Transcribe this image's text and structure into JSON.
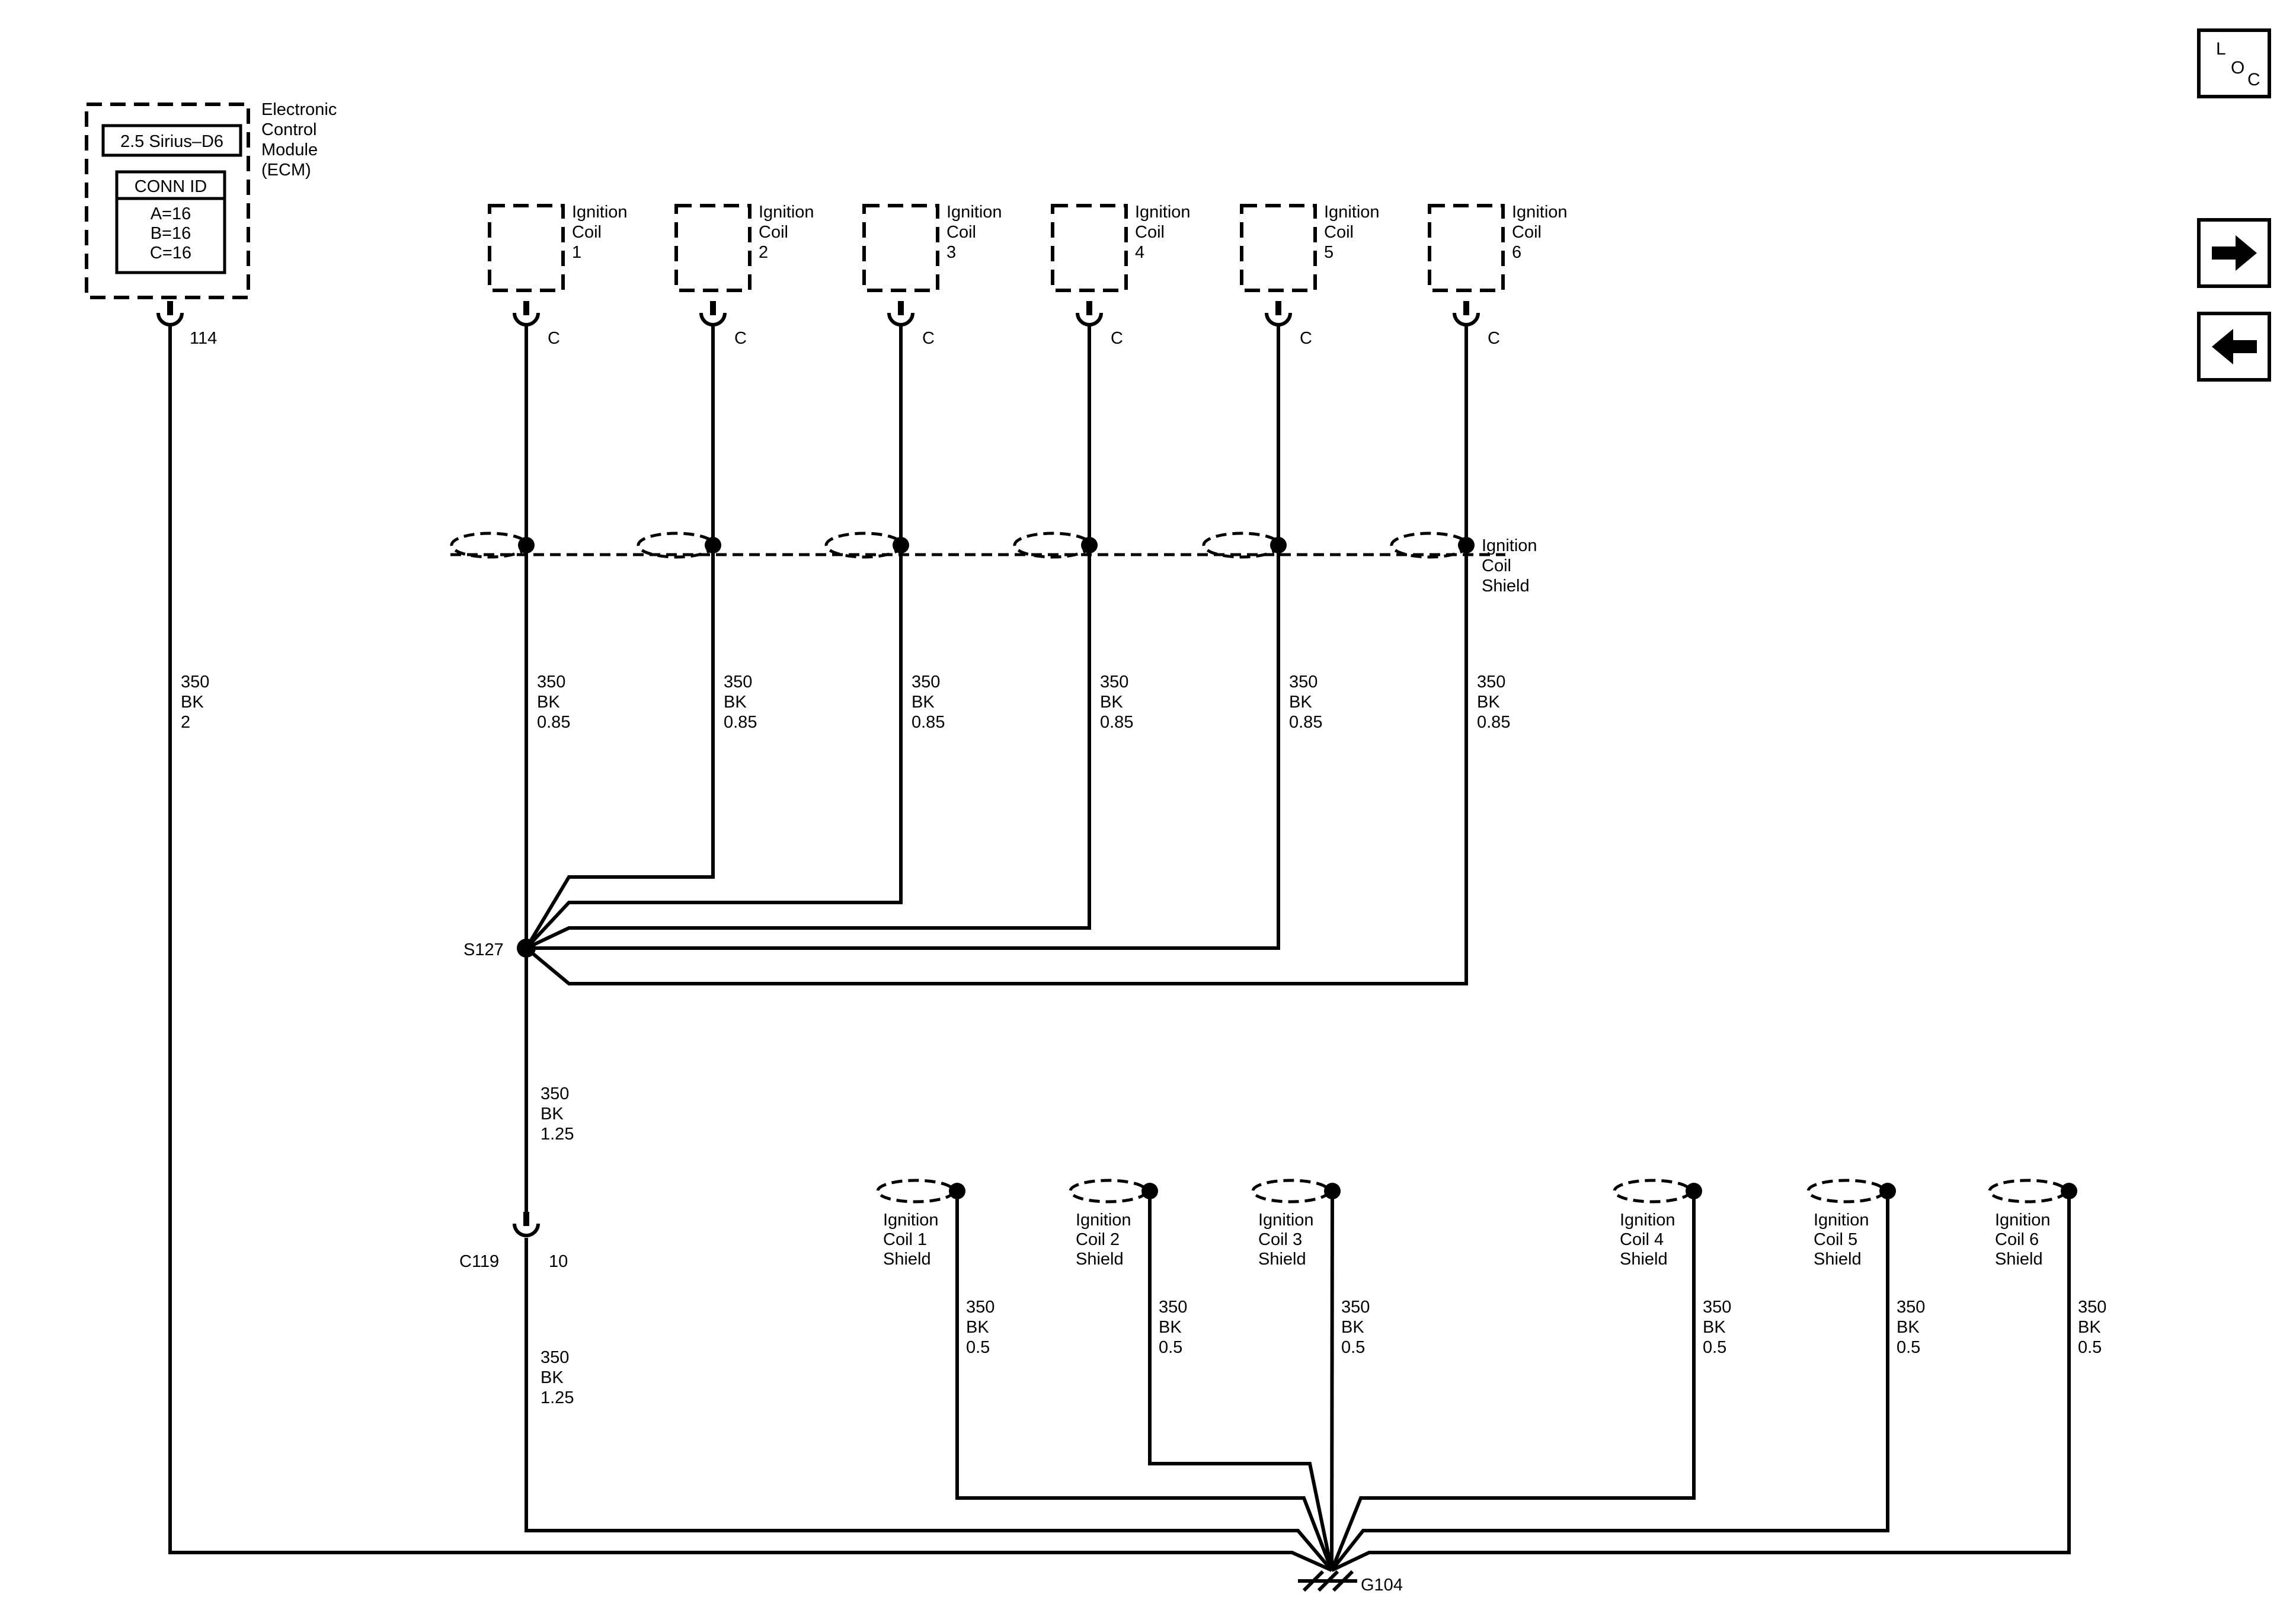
{
  "ecm": {
    "name_lines": [
      "Electronic",
      "Control",
      "Module",
      "(ECM)"
    ],
    "engine": "2.5 Sirius–D6",
    "conn_header": "CONN ID",
    "conn_values": [
      "A=16",
      "B=16",
      "C=16"
    ],
    "pin": "114",
    "wire": [
      "350",
      "BK",
      "2"
    ]
  },
  "ignition_coils": [
    {
      "name_lines": [
        "Ignition",
        "Coil",
        "1"
      ],
      "connector": "C",
      "wire": [
        "350",
        "BK",
        "0.85"
      ]
    },
    {
      "name_lines": [
        "Ignition",
        "Coil",
        "2"
      ],
      "connector": "C",
      "wire": [
        "350",
        "BK",
        "0.85"
      ]
    },
    {
      "name_lines": [
        "Ignition",
        "Coil",
        "3"
      ],
      "connector": "C",
      "wire": [
        "350",
        "BK",
        "0.85"
      ]
    },
    {
      "name_lines": [
        "Ignition",
        "Coil",
        "4"
      ],
      "connector": "C",
      "wire": [
        "350",
        "BK",
        "0.85"
      ]
    },
    {
      "name_lines": [
        "Ignition",
        "Coil",
        "5"
      ],
      "connector": "C",
      "wire": [
        "350",
        "BK",
        "0.85"
      ]
    },
    {
      "name_lines": [
        "Ignition",
        "Coil",
        "6"
      ],
      "connector": "C",
      "wire": [
        "350",
        "BK",
        "0.85"
      ]
    }
  ],
  "coil_shield_label": [
    "Ignition",
    "Coil",
    "Shield"
  ],
  "splice": {
    "id": "S127",
    "wire_out": [
      "350",
      "BK",
      "1.25"
    ]
  },
  "inline_connector": {
    "id": "C119",
    "pin": "10",
    "wire_out": [
      "350",
      "BK",
      "1.25"
    ]
  },
  "shields": [
    {
      "name_lines": [
        "Ignition",
        "Coil 1",
        "Shield"
      ],
      "wire": [
        "350",
        "BK",
        "0.5"
      ]
    },
    {
      "name_lines": [
        "Ignition",
        "Coil 2",
        "Shield"
      ],
      "wire": [
        "350",
        "BK",
        "0.5"
      ]
    },
    {
      "name_lines": [
        "Ignition",
        "Coil 3",
        "Shield"
      ],
      "wire": [
        "350",
        "BK",
        "0.5"
      ]
    },
    {
      "name_lines": [
        "Ignition",
        "Coil 4",
        "Shield"
      ],
      "wire": [
        "350",
        "BK",
        "0.5"
      ]
    },
    {
      "name_lines": [
        "Ignition",
        "Coil 5",
        "Shield"
      ],
      "wire": [
        "350",
        "BK",
        "0.5"
      ]
    },
    {
      "name_lines": [
        "Ignition",
        "Coil 6",
        "Shield"
      ],
      "wire": [
        "350",
        "BK",
        "0.5"
      ]
    }
  ],
  "ground": {
    "id": "G104"
  },
  "nav": {
    "loc_letters": [
      "L",
      "O",
      "C"
    ],
    "forward": "right-arrow-icon",
    "back": "left-arrow-icon"
  },
  "colors": {
    "line": "#000000",
    "background": "#ffffff"
  }
}
